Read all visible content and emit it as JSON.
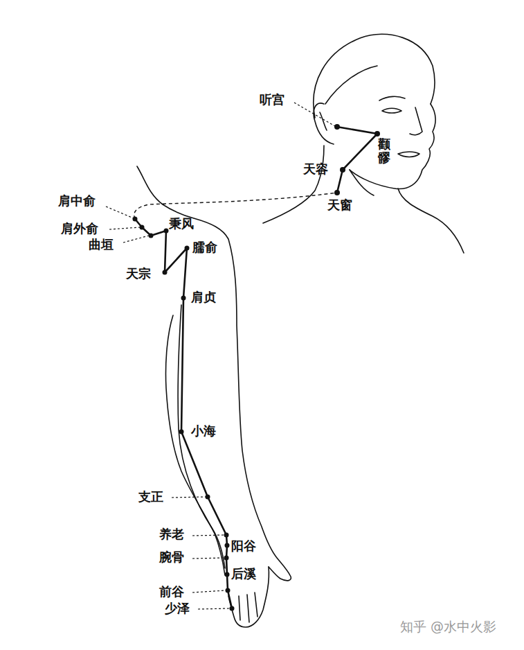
{
  "diagram": {
    "labels": [
      "听宫",
      "颧髎",
      "天容",
      "天窗",
      "肩中俞",
      "肩外俞",
      "曲垣",
      "秉风",
      "臑俞",
      "天宗",
      "肩贞",
      "小海",
      "支正",
      "养老",
      "阳谷",
      "腕骨",
      "后溪",
      "前谷",
      "少泽",
      "知乎 @水中火影"
    ]
  }
}
